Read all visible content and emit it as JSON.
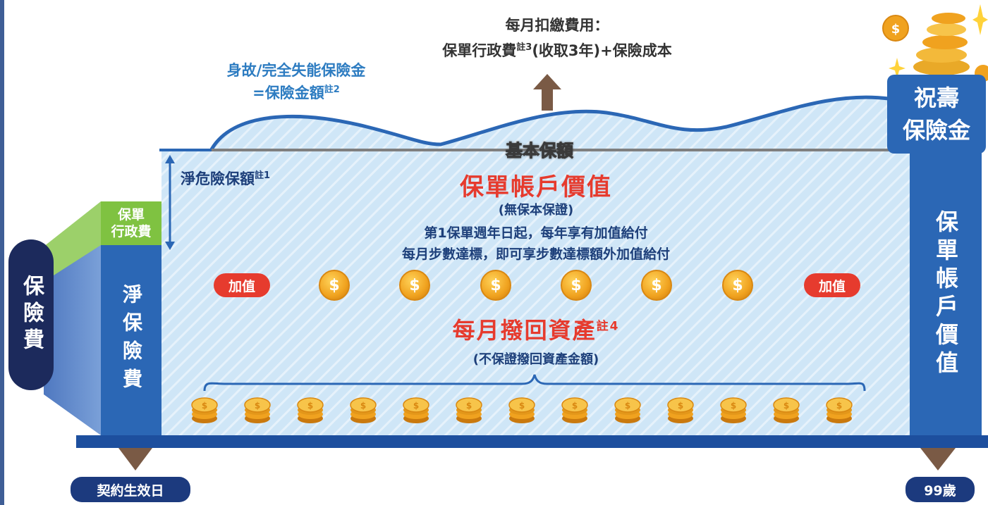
{
  "header": {
    "title_line1": "每月扣繳費用：",
    "title_line2": "保單行政費",
    "title_line2_note": "註3",
    "title_line2_rest": "(收取3年)+保險成本"
  },
  "death_benefit": {
    "line1": "身故/完全失能保險金",
    "line2": "=保險金額",
    "note": "註2"
  },
  "basic_amount_label": "基本保額",
  "net_amount": {
    "label": "淨危險保額",
    "note": "註1"
  },
  "premium_label": "保險費",
  "admin_fee_label_line1": "保單",
  "admin_fee_label_line2": "行政費",
  "net_premium_label": "淨保險費",
  "account_value": {
    "title": "保單帳戶價值",
    "subtitle": "(無保本保證)",
    "line1": "第1保單週年日起，每年享有加值給付",
    "line2": "每月步數達標，即可享步數達標額外加值給付"
  },
  "value_badges": [
    "加值",
    "加值"
  ],
  "coin_symbol": "$",
  "withdrawal": {
    "title": "每月撥回資產",
    "note": "註4",
    "subtitle": "(不保證撥回資產金額)"
  },
  "maturity_benefit": {
    "line1": "祝壽",
    "line2": "保險金"
  },
  "right_bar_label": "保單帳戶價值",
  "timeline": {
    "start": "契約生效日",
    "end": "99歲"
  },
  "colors": {
    "navy": "#1c2a5c",
    "blue": "#2b67b5",
    "green": "#7fc241",
    "red": "#e63b2e",
    "gold": "#f0a21f"
  }
}
